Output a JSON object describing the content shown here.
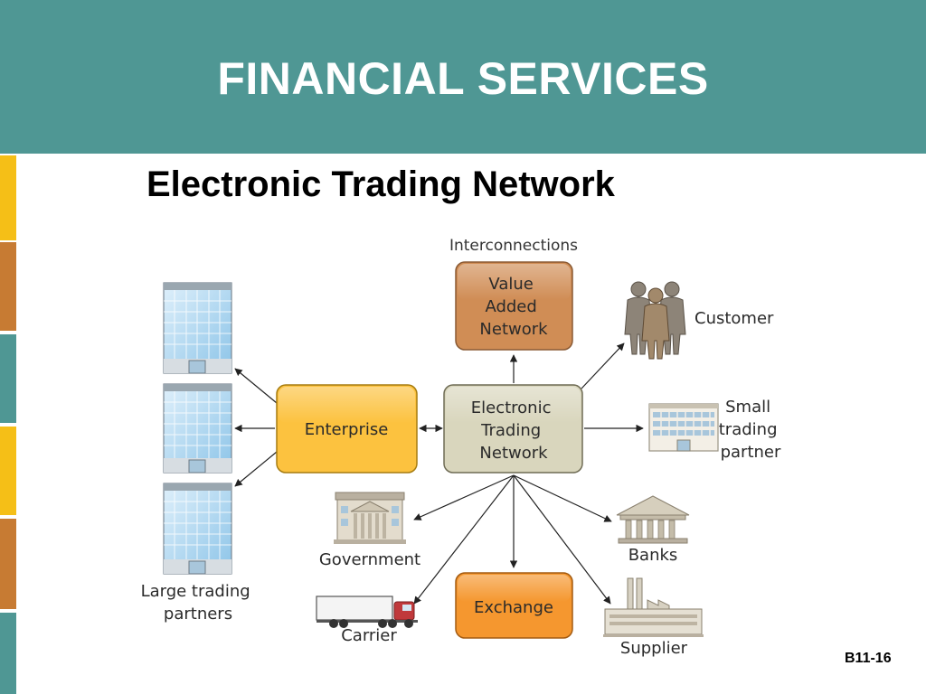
{
  "slide": {
    "title": "FINANCIAL SERVICES",
    "subtitle": "Electronic Trading Network",
    "code": "B11-16"
  },
  "colors": {
    "header": "#4f9794",
    "sidebar": [
      "#f5bf17",
      "#c77b33",
      "#4f9794",
      "#f5bf17",
      "#c77b33",
      "#4f9794"
    ],
    "enterprise_fill": "#fcc23f",
    "etn_fill": "#d9d6bd",
    "van_fill": "#d08d55",
    "exchange_fill": "#f5972f"
  },
  "diagram": {
    "interconnections_label": "Interconnections",
    "nodes": {
      "value_added_network": [
        "Value",
        "Added",
        "Network"
      ],
      "enterprise": "Enterprise",
      "electronic_trading_network": [
        "Electronic",
        "Trading",
        "Network"
      ],
      "exchange": "Exchange",
      "customer": "Customer",
      "small_trading_partner": [
        "Small",
        "trading",
        "partner"
      ],
      "government": "Government",
      "banks": "Banks",
      "carrier": "Carrier",
      "supplier": "Supplier",
      "large_trading_partners": [
        "Large trading",
        "partners"
      ]
    }
  }
}
